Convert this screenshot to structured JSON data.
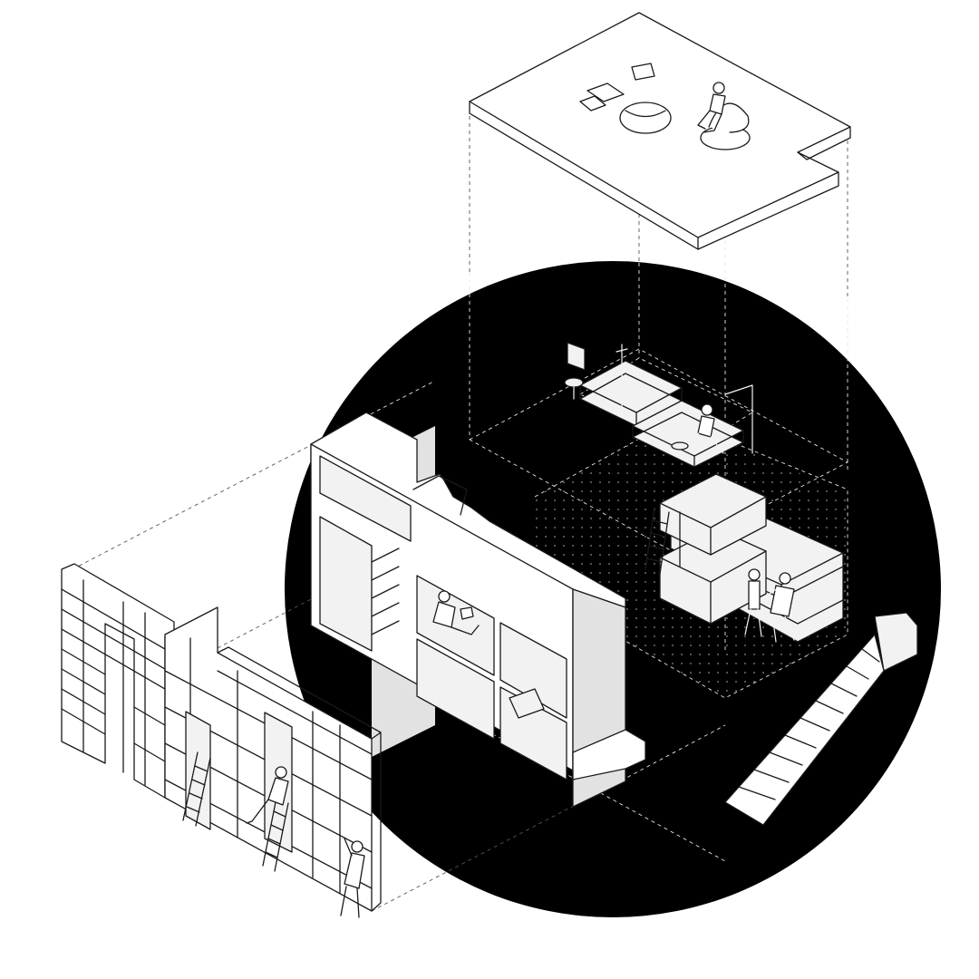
{
  "colors": {
    "background": "#ffffff",
    "circle": "#000000",
    "line": "#1a1a1a",
    "panel": "#f2f2f2"
  },
  "elements": [
    "top-floor-plate",
    "central-circle",
    "mezzanine-sofas",
    "bunk-bed-module",
    "central-shelving-block",
    "left-bookshelf-wall",
    "right-staircase",
    "projection-guide-lines",
    "human-figures"
  ]
}
